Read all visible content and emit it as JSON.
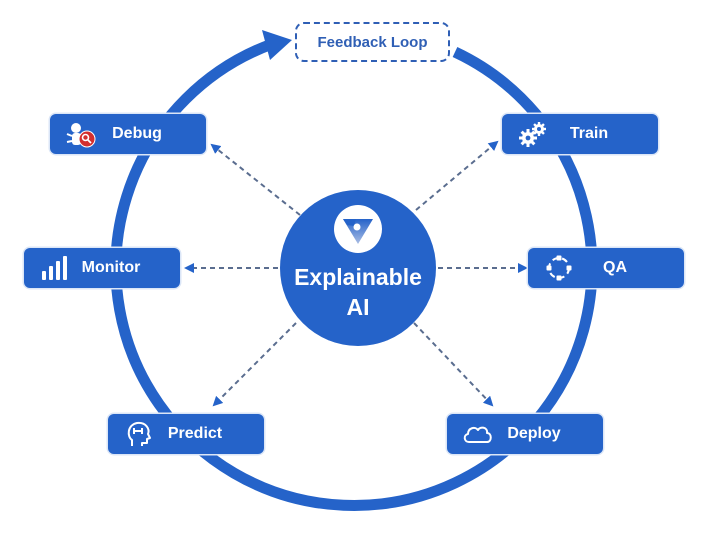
{
  "diagram": {
    "title": "Explainable AI lifecycle",
    "center": {
      "line1": "Explainable",
      "line2": "AI",
      "icon": "explainable-ai-logo-icon"
    },
    "feedback_loop": {
      "label": "Feedback Loop"
    },
    "colors": {
      "primary": "#2563c9",
      "dashed_arrow": "#5a6d8f",
      "feedback_text": "#2f5fb5",
      "debug_badge": "#d32f2f"
    },
    "nodes": [
      {
        "id": "debug",
        "label": "Debug",
        "icon": "bug-magnifier-icon"
      },
      {
        "id": "train",
        "label": "Train",
        "icon": "gears-icon"
      },
      {
        "id": "monitor",
        "label": "Monitor",
        "icon": "signal-bars-icon"
      },
      {
        "id": "qa",
        "label": "QA",
        "icon": "focus-nodes-icon"
      },
      {
        "id": "predict",
        "label": "Predict",
        "icon": "head-brain-icon"
      },
      {
        "id": "deploy",
        "label": "Deploy",
        "icon": "cloud-icon"
      }
    ],
    "edges": [
      {
        "from": "center",
        "to": "debug",
        "style": "dashed-arrow"
      },
      {
        "from": "center",
        "to": "train",
        "style": "dashed-arrow"
      },
      {
        "from": "center",
        "to": "monitor",
        "style": "dashed-arrow"
      },
      {
        "from": "center",
        "to": "qa",
        "style": "dashed-arrow"
      },
      {
        "from": "center",
        "to": "predict",
        "style": "dashed-arrow"
      },
      {
        "from": "center",
        "to": "deploy",
        "style": "dashed-arrow"
      },
      {
        "from": "cycle",
        "to": "feedback_loop",
        "style": "solid-ring-arrow"
      }
    ]
  }
}
